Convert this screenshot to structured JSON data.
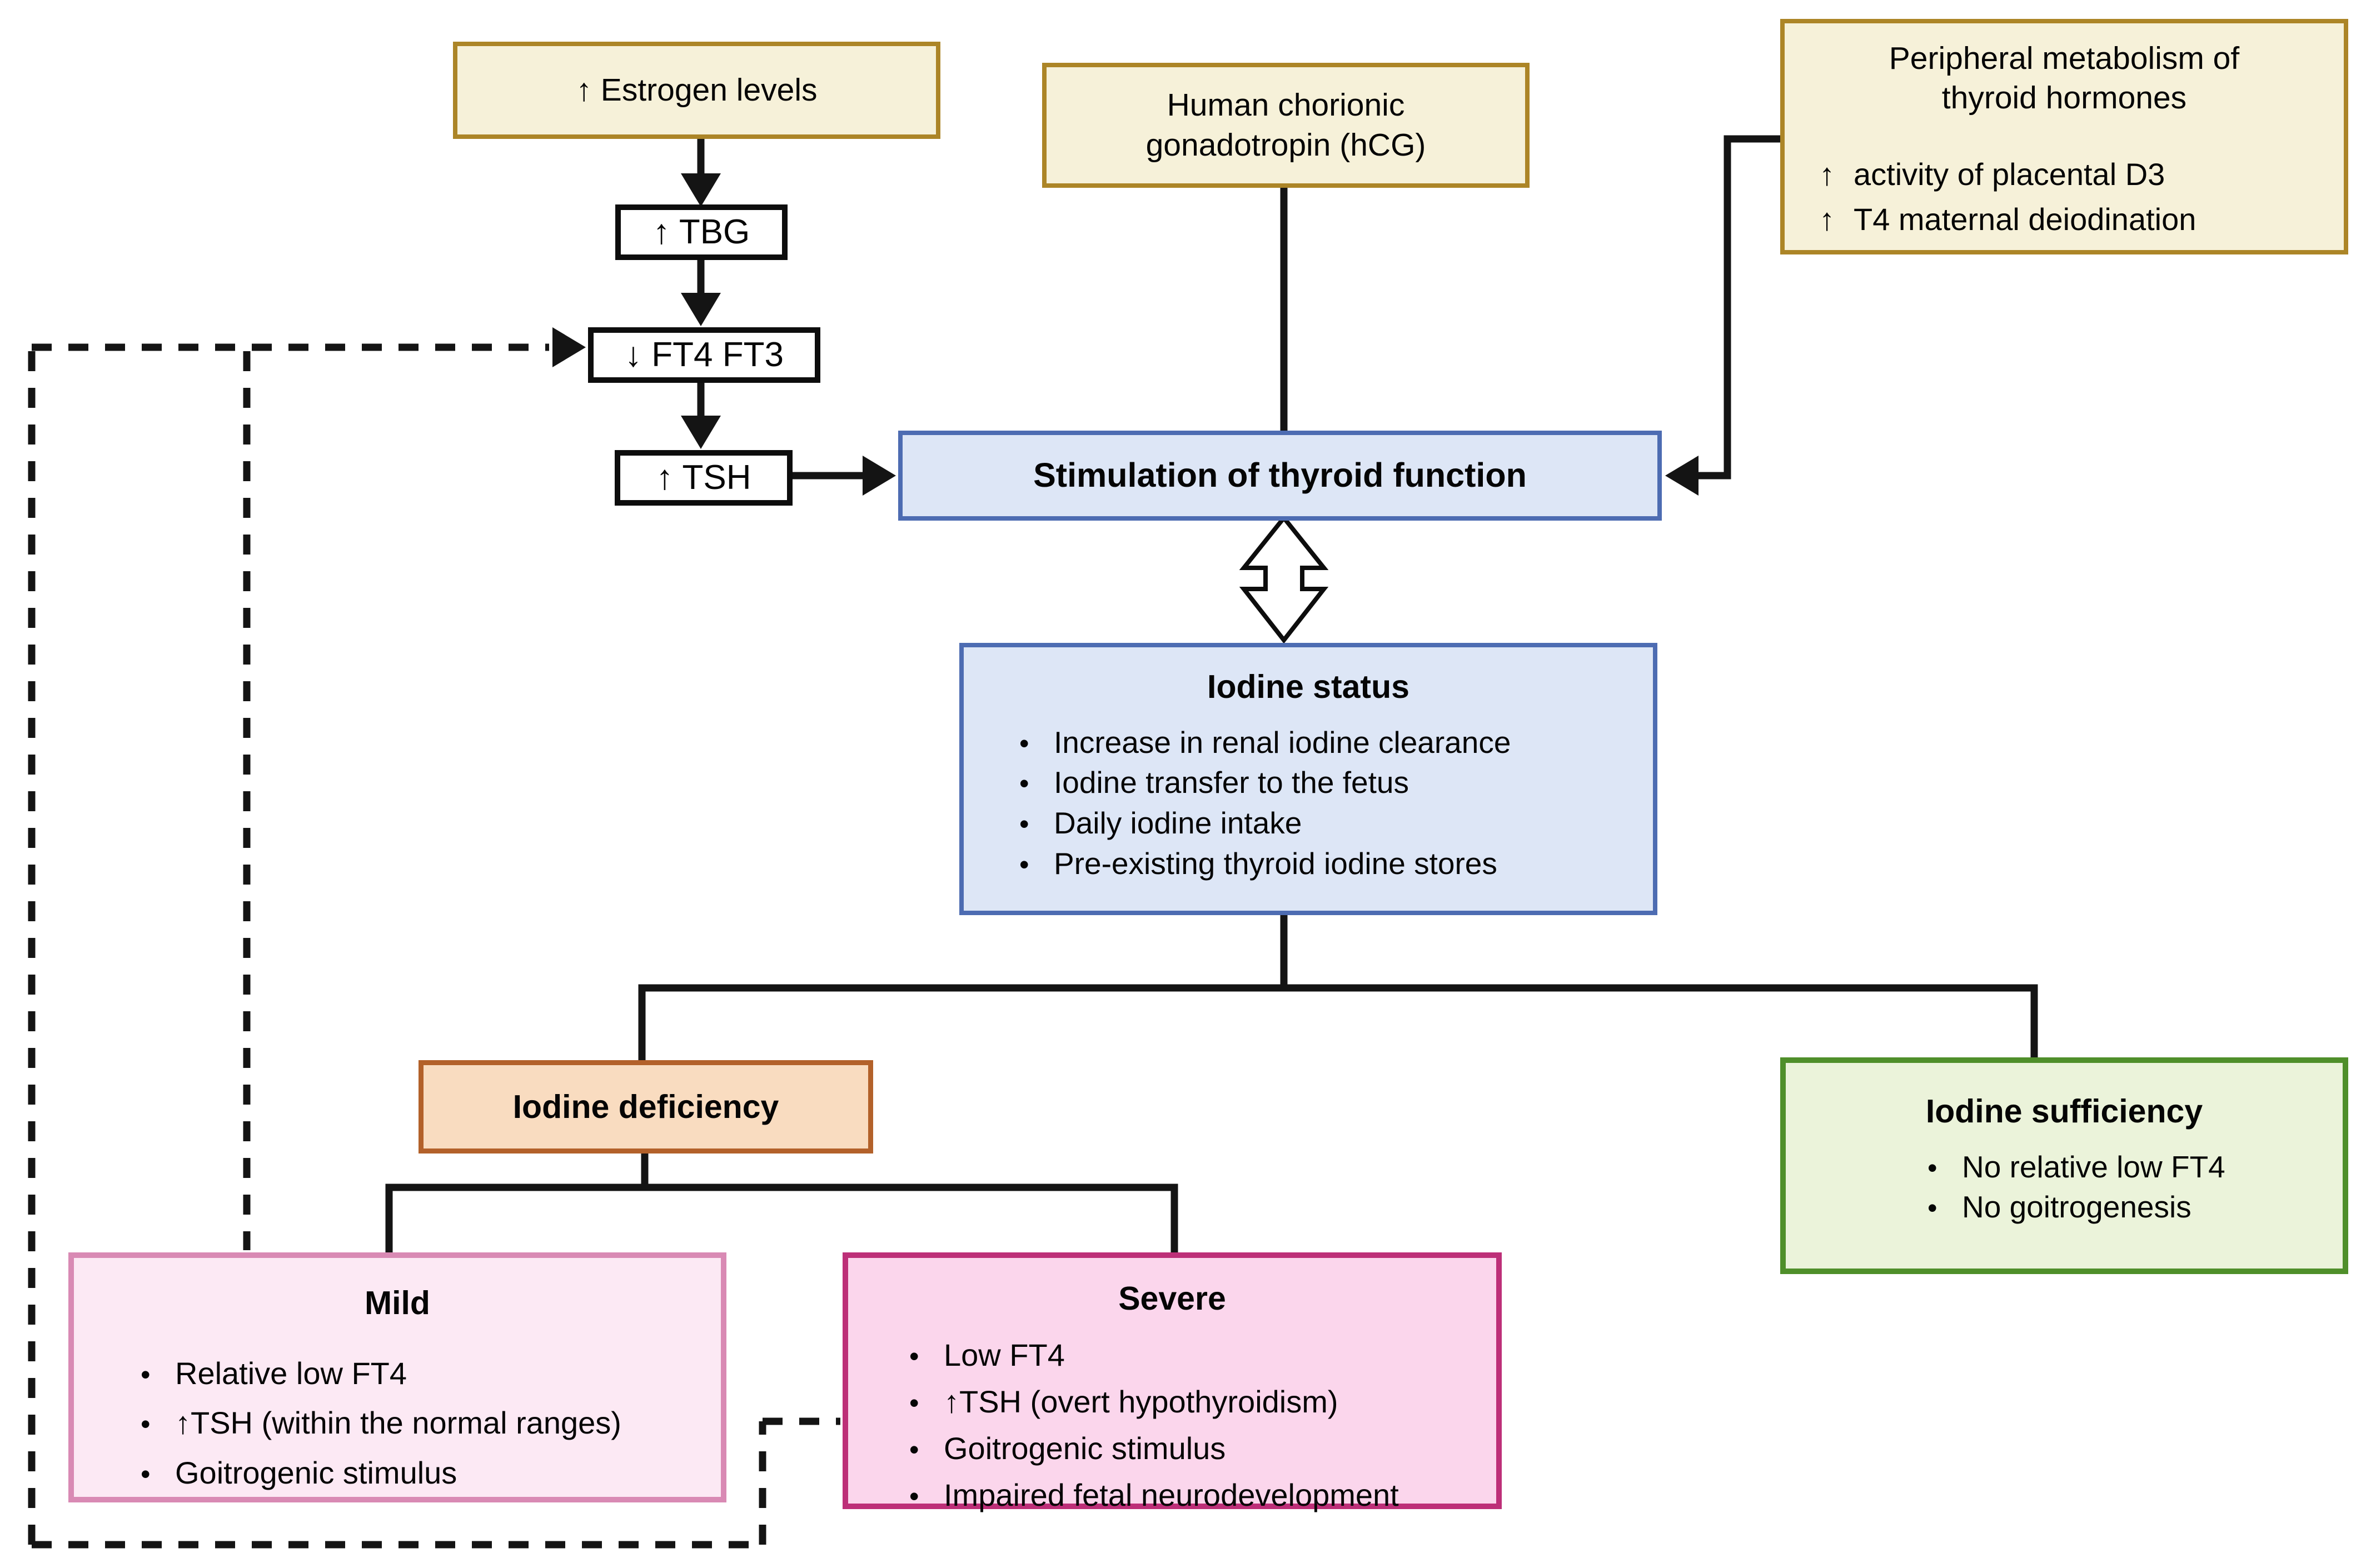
{
  "ui": {
    "bullet": "•"
  },
  "colors": {
    "tan_fill": "#f6f1d9",
    "tan_border": "#ac8527",
    "blue_fill": "#dde6f6",
    "blue_border": "#4d6cb2",
    "peach_fill": "#f9dcc0",
    "peach_border": "#b3612a",
    "green_fill": "#ebf3da",
    "green_border": "#4f8f2a",
    "pink_light_fill": "#fce9f4",
    "pink_light_border": "#d98ab4",
    "pink_dark_fill": "#fbd6ec",
    "pink_dark_border": "#bd2f78",
    "line": "#141414"
  },
  "boxes": {
    "estrogen": {
      "label": "↑ Estrogen levels"
    },
    "tbg": {
      "label": "↑ TBG"
    },
    "ft4ft3": {
      "label": "↓ FT4 FT3"
    },
    "tsh": {
      "label": "↑ TSH"
    },
    "hcg": {
      "lines": [
        "Human chorionic",
        "gonadotropin (hCG)"
      ]
    },
    "peripheral": {
      "title_lines": [
        "Peripheral metabolism of",
        "thyroid hormones"
      ],
      "items": [
        {
          "arrow": "↑",
          "text": "activity of placental D3"
        },
        {
          "arrow": "↑",
          "text": "T4 maternal deiodination"
        }
      ]
    },
    "stimulation": {
      "label": "Stimulation of thyroid function"
    },
    "status": {
      "title": "Iodine status",
      "bullets": [
        "Increase in renal iodine clearance",
        "Iodine transfer to the fetus",
        "Daily iodine intake",
        "Pre-existing thyroid iodine stores"
      ]
    },
    "deficiency": {
      "label": "Iodine deficiency"
    },
    "sufficiency": {
      "title": "Iodine sufficiency",
      "bullets": [
        "No relative low FT4",
        "No goitrogenesis"
      ]
    },
    "mild": {
      "title": "Mild",
      "bullets": [
        "Relative low FT4",
        "↑TSH (within the normal ranges)",
        "Goitrogenic stimulus"
      ]
    },
    "severe": {
      "title": "Severe",
      "bullets": [
        "Low FT4",
        "↑TSH (overt hypothyroidism)",
        "Goitrogenic stimulus",
        "Impaired fetal neurodevelopment"
      ]
    }
  }
}
